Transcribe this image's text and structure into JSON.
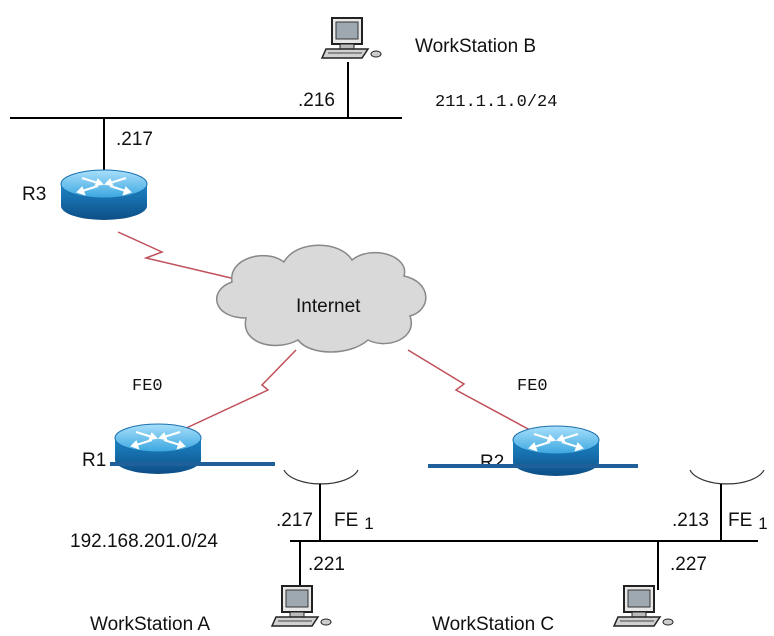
{
  "nodes": {
    "workstation_b": "WorkStation B",
    "workstation_a": "WorkStation A",
    "workstation_c": "WorkStation C",
    "r3": "R3",
    "r1": "R1",
    "r2": "R2",
    "internet": "Internet"
  },
  "networks": {
    "top": "211.1.1.0/24",
    "bottom": "192.168.201.0/24"
  },
  "addresses": {
    "ws_b": ".216",
    "r3": ".217",
    "r1_fe1": ".217",
    "ws_a": ".221",
    "r2_fe1": ".213",
    "ws_c": ".227"
  },
  "interfaces": {
    "r1_fe0": "FE0",
    "r2_fe0": "FE0",
    "r1_fe1": "FE",
    "r1_fe1_num": "1",
    "r2_fe1": "FE",
    "r2_fe1_num": "1"
  },
  "colors": {
    "router_body": "#1f8fd0",
    "router_top": "#6ec6f0",
    "serial_link": "#c0505a",
    "cloud": "#d9d9d9"
  }
}
